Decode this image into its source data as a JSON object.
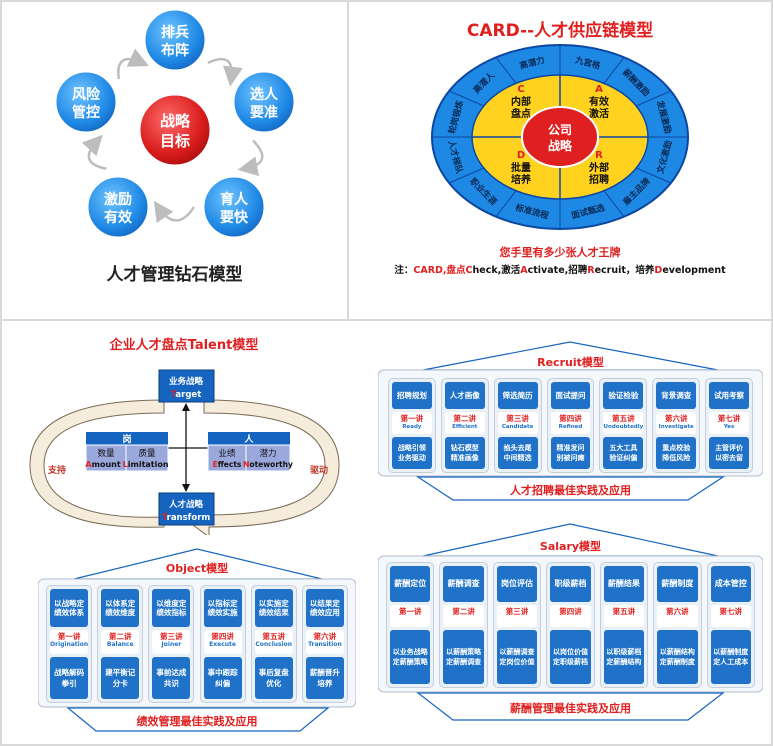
{
  "diamond": {
    "center": "战略目标",
    "nodes": [
      "排兵布阵",
      "选人要准",
      "育人要快",
      "激励有效",
      "风险管控"
    ],
    "caption": "人才管理钻石模型"
  },
  "card": {
    "title": "CARD--人才供应链模型",
    "center": "公司战略",
    "quadrants": [
      {
        "letter": "C",
        "text": "内部盘点"
      },
      {
        "letter": "A",
        "text": "有效激活"
      },
      {
        "letter": "R",
        "text": "外部招聘"
      },
      {
        "letter": "D",
        "text": "批量培养"
      }
    ],
    "ring": [
      "九宫格",
      "薪酬激励",
      "发展激励",
      "文化激励",
      "雇主品牌",
      "面试甄选",
      "标准流程",
      "职业生涯",
      "人才梯队",
      "轮岗锻炼",
      "高潜人",
      "高潜力"
    ],
    "subtitle": "您手里有多少张人才王牌",
    "note_prefix": "注：",
    "note_parts": [
      {
        "t": "CARD,盘点",
        "c": "red"
      },
      {
        "t": "C",
        "c": "red"
      },
      {
        "t": "heck,激活",
        "c": "black"
      },
      {
        "t": "A",
        "c": "red"
      },
      {
        "t": "ctivate,招聘",
        "c": "black"
      },
      {
        "t": "R",
        "c": "red"
      },
      {
        "t": "ecruit，培养",
        "c": "black"
      },
      {
        "t": "D",
        "c": "red"
      },
      {
        "t": "evelopment",
        "c": "black"
      }
    ]
  },
  "talent": {
    "title": "企业人才盘点Talent模型",
    "top_box": {
      "l1": "业务战略",
      "l2_letter": "T",
      "l2_rest": "arget"
    },
    "bottom_box": {
      "l1": "人才战略",
      "l2_letter": "T",
      "l2_rest": "ransform"
    },
    "left_group": {
      "head": "岗",
      "c1": "数量",
      "c2": "质量",
      "foot_letter1": "A",
      "foot_rest1": "mount",
      "foot_letter2": "L",
      "foot_rest2": "imitation"
    },
    "right_group": {
      "head": "人",
      "c1": "业绩",
      "c2": "潜力",
      "foot_letter1": "E",
      "foot_rest1": "ffects",
      "foot_letter2": "N",
      "foot_rest2": "oteworthy"
    },
    "left_arrow_label": "支持",
    "right_arrow_label": "驱动"
  },
  "recruit": {
    "title": "Recruit模型",
    "footer": "人才招聘最佳实践及应用",
    "columns": [
      {
        "head": "招聘规划",
        "lec": "第一讲",
        "en": "Ready",
        "b1": "战略引领",
        "b2": "业务驱动"
      },
      {
        "head": "人才画像",
        "lec": "第二讲",
        "en": "Efficient",
        "b1": "钻石模型",
        "b2": "精准画像"
      },
      {
        "head": "筛选简历",
        "lec": "第三讲",
        "en": "Candidate",
        "b1": "掐头去尾",
        "b2": "中间精选"
      },
      {
        "head": "面试提问",
        "lec": "第四讲",
        "en": "Refined",
        "b1": "精准发问",
        "b2": "别被问瘫"
      },
      {
        "head": "验证检验",
        "lec": "第五讲",
        "en": "Undoubtedly",
        "b1": "五大工具",
        "b2": "验证纠偏"
      },
      {
        "head": "背景调查",
        "lec": "第六讲",
        "en": "Investigate",
        "b1": "重点校验",
        "b2": "降低风险"
      },
      {
        "head": "试用考察",
        "lec": "第七讲",
        "en": "Yes",
        "b1": "主管评价",
        "b2": "以密去留"
      }
    ]
  },
  "object": {
    "title": "Object模型",
    "footer": "绩效管理最佳实践及应用",
    "columns": [
      {
        "head": "以战略定绩效体系",
        "lec": "第一讲",
        "en": "Origination",
        "b": "战略解码拳引"
      },
      {
        "head": "以体系定绩效维度",
        "lec": "第二讲",
        "en": "Balance",
        "b": "建平衡记分卡"
      },
      {
        "head": "以维度定绩效指标",
        "lec": "第三讲",
        "en": "Joiner",
        "b": "事前达成共识"
      },
      {
        "head": "以指标定绩效实施",
        "lec": "第四讲",
        "en": "Execute",
        "b": "事中跟踪纠偏"
      },
      {
        "head": "以实施定绩效结果",
        "lec": "第五讲",
        "en": "Conclusion",
        "b": "事后复盘优化"
      },
      {
        "head": "以结果定绩效应用",
        "lec": "第六讲",
        "en": "Transition",
        "b": "薪酬晋升培养"
      }
    ]
  },
  "salary": {
    "title": "Salary模型",
    "footer": "薪酬管理最佳实践及应用",
    "columns": [
      {
        "head": "薪酬定位",
        "lec": "第一讲",
        "b1": "以业务战略",
        "b2": "定薪酬策略"
      },
      {
        "head": "薪酬调查",
        "lec": "第二讲",
        "b1": "以薪酬策略",
        "b2": "定薪酬调查"
      },
      {
        "head": "岗位评估",
        "lec": "第三讲",
        "b1": "以薪酬调查",
        "b2": "定岗位价值"
      },
      {
        "head": "职级薪档",
        "lec": "第四讲",
        "b1": "以岗位价值",
        "b2": "定职级薪档"
      },
      {
        "head": "薪酬结果",
        "lec": "第五讲",
        "b1": "以职级薪档",
        "b2": "定薪酬结构"
      },
      {
        "head": "薪酬制度",
        "lec": "第六讲",
        "b1": "以薪酬结构",
        "b2": "定薪酬制度"
      },
      {
        "head": "成本管控",
        "lec": "第七讲",
        "b1": "以薪酬制度",
        "b2": "定人工成本"
      }
    ]
  },
  "colors": {
    "blue": "#1f72c7",
    "dark_blue": "#16467d",
    "red": "#e02020",
    "gold": "#ffd21f",
    "light": "#58b8f0"
  }
}
